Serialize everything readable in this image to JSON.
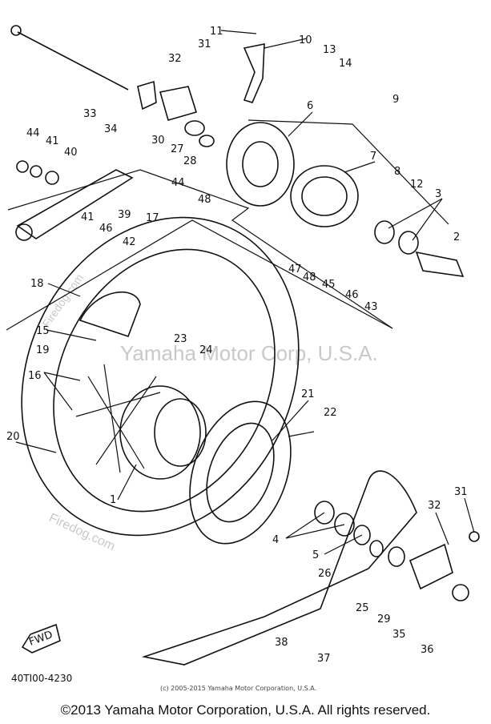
{
  "watermarks": {
    "main": "Yamaha Motor Corp, U.S.A.",
    "site_a": "Firedog.com",
    "site_b": "Firedog.com"
  },
  "catalog_code": "40TI00-4230",
  "direction_label": "FWD",
  "inner_copyright": "(c) 2005-2015 Yamaha Motor Corporation, U.S.A.",
  "footer_copyright": "©2013 Yamaha Motor Corporation, U.S.A. All rights reserved.",
  "callouts": [
    "1",
    "2",
    "3",
    "4",
    "5",
    "6",
    "7",
    "8",
    "9",
    "10",
    "11",
    "12",
    "13",
    "14",
    "15",
    "16",
    "17",
    "18",
    "19",
    "20",
    "21",
    "22",
    "23",
    "24",
    "25",
    "26",
    "27",
    "28",
    "29",
    "30",
    "31",
    "31",
    "32",
    "32",
    "33",
    "34",
    "35",
    "36",
    "37",
    "38",
    "39",
    "40",
    "41",
    "41",
    "42",
    "43",
    "44",
    "44",
    "45",
    "46",
    "46",
    "47",
    "48",
    "48"
  ]
}
